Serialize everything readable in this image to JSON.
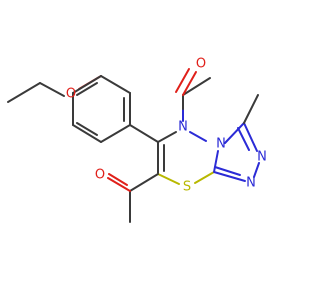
{
  "molecule": {
    "atoms": {
      "o_ether": "O",
      "o_acetyl_top": "O",
      "o_acetyl_left": "O",
      "n4": "N",
      "n_triazole_a": "N",
      "n_triazole_b": "N",
      "n_bridge": "N",
      "s": "S"
    },
    "colors": {
      "carbon_bond": "#3a3a3a",
      "nitrogen": "#2b2bd6",
      "oxygen": "#e0201a",
      "sulfur": "#b8b800"
    }
  }
}
